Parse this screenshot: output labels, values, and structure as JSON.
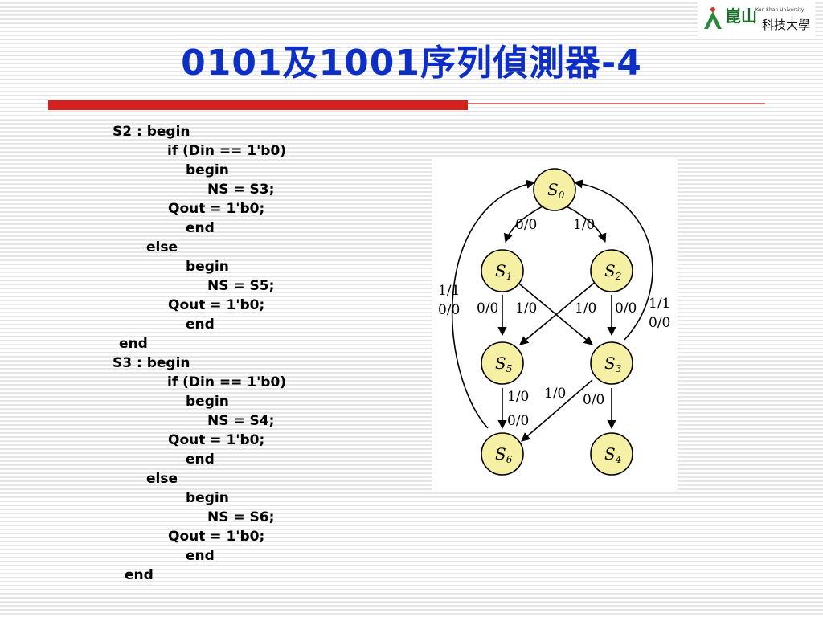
{
  "logo": {
    "caption": "Kun Shan University",
    "name_large": "崑山",
    "name_small": "科技大學"
  },
  "title": "0101及1001序列偵測器-4",
  "code_lines": [
    "S2 : begin",
    "if (Din == 1'b0)",
    "begin",
    "NS = S3;",
    "Qout = 1'b0;",
    "end",
    "else",
    "begin",
    "NS = S5;",
    "Qout = 1'b0;",
    "end",
    "end",
    "S3 : begin",
    "if (Din == 1'b0)",
    "begin",
    "NS = S4;",
    "Qout = 1'b0;",
    "end",
    "else",
    "begin",
    "NS = S6;",
    "Qout = 1'b0;",
    "end",
    "end"
  ],
  "diagram": {
    "states": [
      {
        "id": "s0",
        "letter": "S",
        "sub": "0"
      },
      {
        "id": "s1",
        "letter": "S",
        "sub": "1"
      },
      {
        "id": "s2",
        "letter": "S",
        "sub": "2"
      },
      {
        "id": "s3",
        "letter": "S",
        "sub": "3"
      },
      {
        "id": "s4",
        "letter": "S",
        "sub": "4"
      },
      {
        "id": "s5",
        "letter": "S",
        "sub": "5"
      },
      {
        "id": "s6",
        "letter": "S",
        "sub": "6"
      }
    ],
    "labels": {
      "s0_s1": "0/0",
      "s0_s2": "1/0",
      "s1_s5": "0/0",
      "s1_s3": "1/0",
      "s2_s5": "1/0",
      "s2_s3": "0/0",
      "left_loop_a": "1/1",
      "left_loop_b": "0/0",
      "right_loop_a": "1/1",
      "right_loop_b": "0/0",
      "s5_s6_a": "1/0",
      "s5_s6_b": "0/0",
      "s3_s6": "1/0",
      "s3_s4": "0/0"
    }
  },
  "colors": {
    "title": "#0d2fc6",
    "rule": "#d6211e",
    "state_fill": "#f6f0a4",
    "logo_green": "#1a6b2a"
  }
}
